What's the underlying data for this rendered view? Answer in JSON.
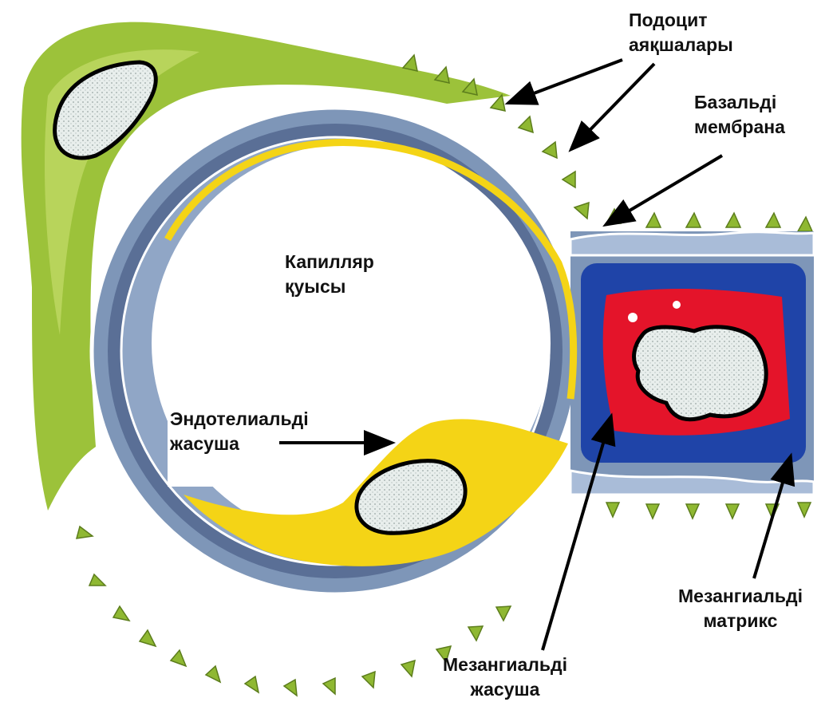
{
  "labels": {
    "podocyte": {
      "line1": "Подоцит",
      "line2": "аяқшалары"
    },
    "basement": {
      "line1": "Базальді",
      "line2": "мембрана"
    },
    "lumen": {
      "line1": "Капилляр",
      "line2": "қуысы"
    },
    "endothelial": {
      "line1": "Эндотелиальді",
      "line2": "жасуша"
    },
    "mesangial_cell": {
      "line1": "Мезангиальді",
      "line2": "жасуша"
    },
    "mesangial_matrix": {
      "line1": "Мезангиальді",
      "line2": "матрикс"
    }
  },
  "colors": {
    "podocyte": "#9cc23a",
    "podocyte_light": "#c4dc6a",
    "basement_outer": "#7e96b8",
    "basement_dark": "#4e6288",
    "endothelium": "#f4d416",
    "mesangial_blue": "#1f44a8",
    "mesangial_matrix": "#e4142a",
    "nucleus": "#e6ecea",
    "outline": "#000000"
  }
}
